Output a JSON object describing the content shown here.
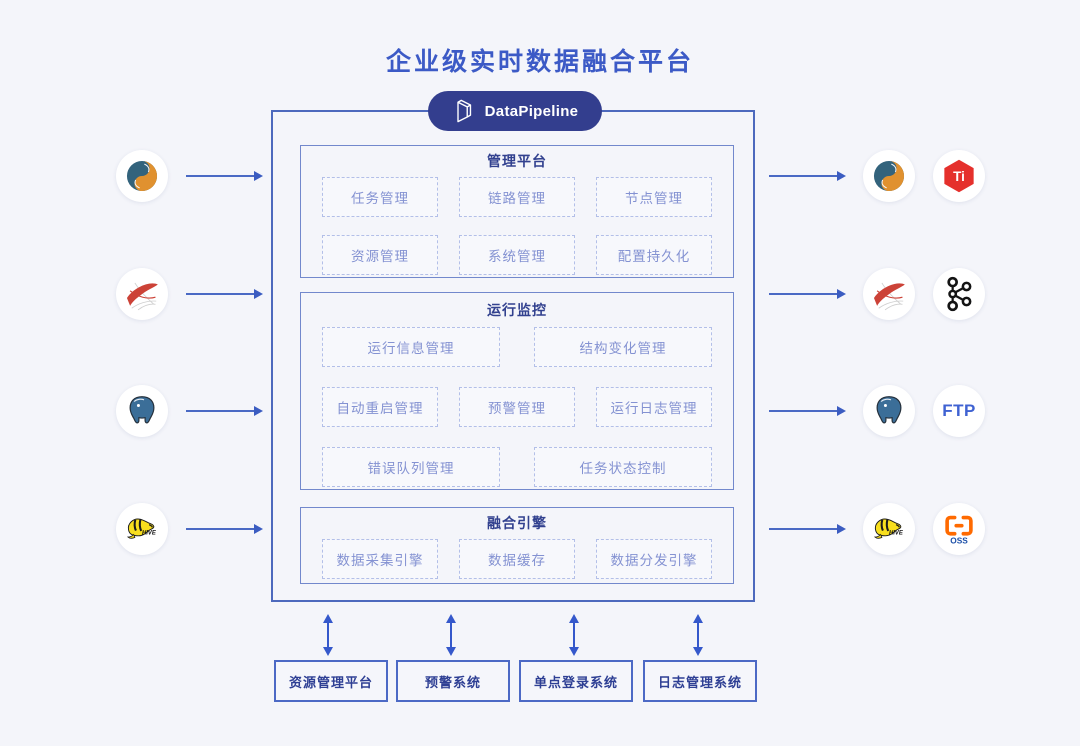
{
  "page": {
    "title": "企业级实时数据融合平台",
    "brand": "DataPipeline"
  },
  "platform": {
    "sections": [
      {
        "title": "管理平台",
        "rows": [
          [
            "任务管理",
            "链路管理",
            "节点管理"
          ],
          [
            "资源管理",
            "系统管理",
            "配置持久化"
          ]
        ]
      },
      {
        "title": "运行监控",
        "rows": [
          [
            "运行信息管理",
            "结构变化管理"
          ],
          [
            "自动重启管理",
            "预警管理",
            "运行日志管理"
          ],
          [
            "错误队列管理",
            "任务状态控制"
          ]
        ]
      },
      {
        "title": "融合引擎",
        "rows": [
          [
            "数据采集引擎",
            "数据缓存",
            "数据分发引擎"
          ]
        ]
      }
    ]
  },
  "integrations": {
    "sources": [
      "MySQL",
      "SQL Server",
      "PostgreSQL",
      "Hive"
    ],
    "targets": [
      "MySQL",
      "TiDB",
      "SQL Server",
      "Kafka",
      "PostgreSQL",
      "FTP",
      "Hive",
      "OSS"
    ]
  },
  "icon_labels": {
    "tidb": "Ti",
    "ftp": "FTP",
    "oss": "OSS",
    "hive": "HIVE"
  },
  "external_systems": [
    "资源管理平台",
    "预警系统",
    "单点登录系统",
    "日志管理系统"
  ],
  "colors": {
    "background": "#f4f5fa",
    "title_blue": "#3c5ac6",
    "badge_navy": "#333e8e",
    "border_blue": "#4d69bd",
    "dashed_border": "#b3bfe8",
    "module_text": "#8492d2",
    "section_title": "#32418f",
    "arrow_blue": "#3b5cc1",
    "oss_orange": "#ff6a00",
    "tidb_red": "#e5302c",
    "sqlserver_red": "#cc4237",
    "postgres_blue": "#3b6e98",
    "hive_yellow": "#f8df1e",
    "mysql_teal": "#33637c",
    "mysql_orange": "#e0912f"
  }
}
